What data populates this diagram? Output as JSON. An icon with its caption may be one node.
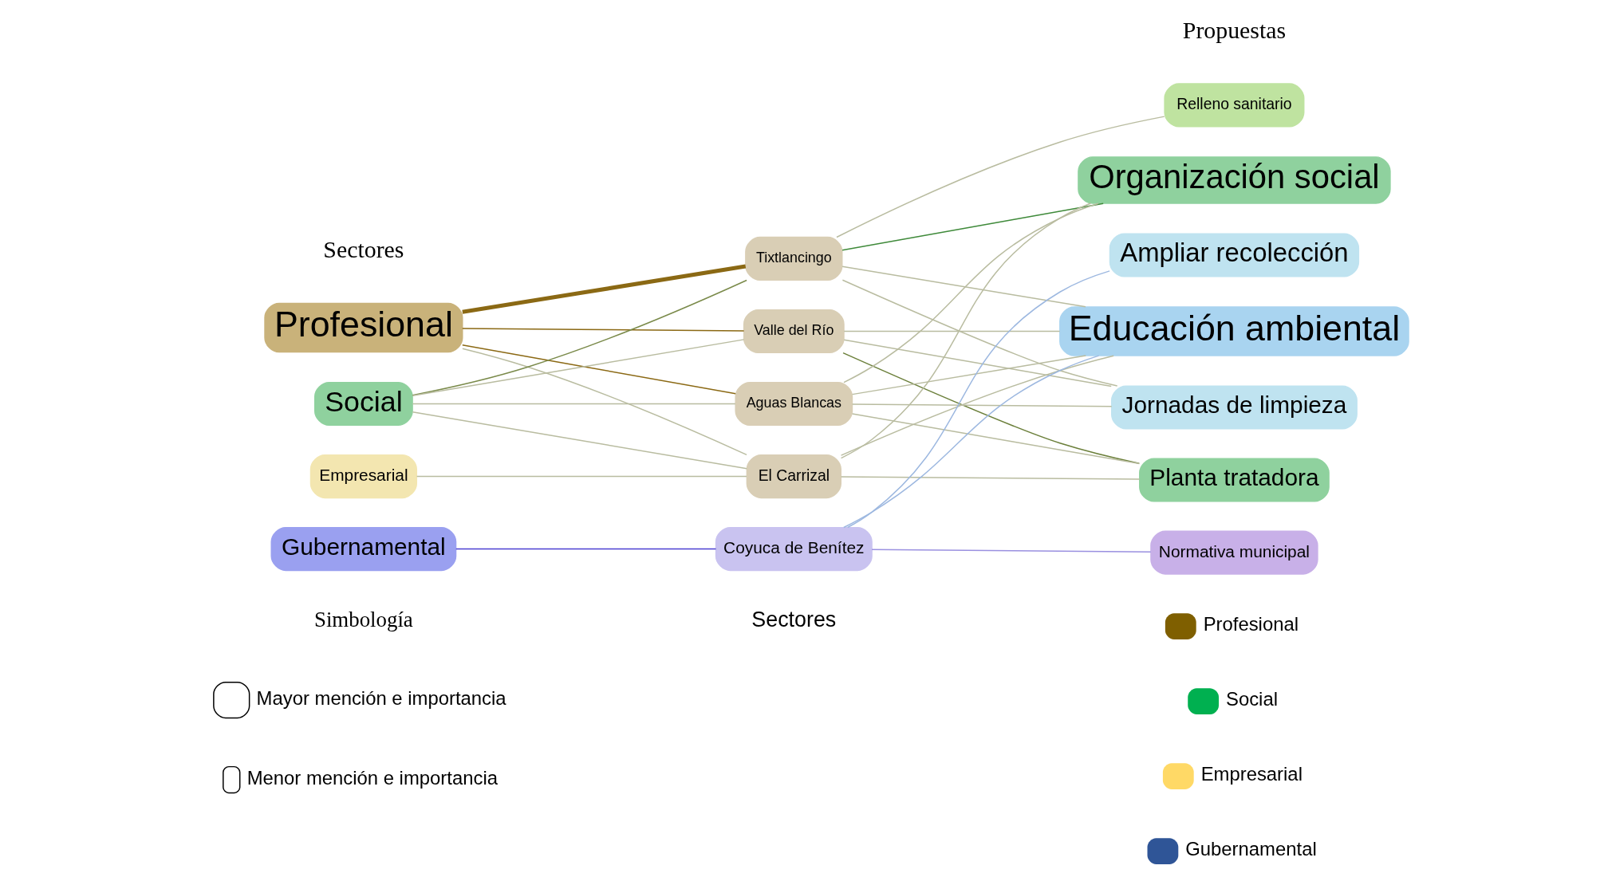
{
  "diagram": {
    "nodes": [
      {
        "text": [
          "Profesional"
        ]
      },
      {
        "text": [
          "Social"
        ]
      },
      {
        "text": [
          "Empresarial"
        ]
      },
      {
        "text": [
          "Gubernamental"
        ]
      },
      {
        "text": [
          "Tixtlancingo"
        ]
      },
      {
        "text": [
          "Valle del Río"
        ]
      },
      {
        "text": [
          "Aguas Blancas"
        ]
      },
      {
        "text": [
          "El Carrizal"
        ]
      },
      {
        "text": [
          "Coyuca de Benítez"
        ]
      },
      {
        "text": [
          "Relleno sanitario"
        ]
      },
      {
        "text": [
          "Organización social"
        ]
      },
      {
        "text": [
          "Ampliar recolección"
        ]
      },
      {
        "text": [
          "Educación ambiental"
        ]
      },
      {
        "text": [
          "Jornadas de limpieza"
        ]
      },
      {
        "text": [
          "Planta tratadora"
        ]
      },
      {
        "text": [
          "Normativa municipal"
        ]
      }
    ],
    "edges": [
      {
        "from": 0,
        "to": 4,
        "arrow": "none",
        "style": "thick",
        "color": "#8b6914"
      },
      {
        "from": 0,
        "to": 5,
        "arrow": "none",
        "color": "#8b6914"
      },
      {
        "from": 0,
        "to": 6,
        "arrow": "none",
        "color": "#8b6914"
      },
      {
        "from": 0,
        "to": 7,
        "arrow": "none"
      },
      {
        "from": 1,
        "to": 4,
        "arrow": "none",
        "color": "#7a8a4a"
      },
      {
        "from": 1,
        "to": 5,
        "arrow": "none"
      },
      {
        "from": 1,
        "to": 6,
        "arrow": "none"
      },
      {
        "from": 1,
        "to": 7,
        "arrow": "none"
      },
      {
        "from": 2,
        "to": 7,
        "arrow": "none"
      },
      {
        "from": 3,
        "to": 8,
        "arrow": "none",
        "color": "#4b3fd1"
      },
      {
        "from": 4,
        "to": 9,
        "arrow": "none"
      },
      {
        "from": 4,
        "to": 10,
        "arrow": "none",
        "color": "#3f8a3a"
      },
      {
        "from": 4,
        "to": 12,
        "arrow": "none"
      },
      {
        "from": 4,
        "to": 13,
        "arrow": "none"
      },
      {
        "from": 5,
        "to": 14,
        "arrow": "none",
        "color": "#6b7f3a"
      },
      {
        "from": 5,
        "to": 12,
        "arrow": "none"
      },
      {
        "from": 5,
        "to": 13,
        "arrow": "none"
      },
      {
        "from": 6,
        "to": 10,
        "arrow": "none"
      },
      {
        "from": 6,
        "to": 12,
        "arrow": "none"
      },
      {
        "from": 6,
        "to": 13,
        "arrow": "none"
      },
      {
        "from": 6,
        "to": 14,
        "arrow": "none"
      },
      {
        "from": 7,
        "to": 10,
        "arrow": "none"
      },
      {
        "from": 7,
        "to": 12,
        "arrow": "none"
      },
      {
        "from": 7,
        "to": 14,
        "arrow": "none"
      },
      {
        "from": 8,
        "to": 11,
        "arrow": "none",
        "color": "#9db8e0"
      },
      {
        "from": 8,
        "to": 12,
        "arrow": "none",
        "color": "#9db8e0"
      },
      {
        "from": 8,
        "to": 15,
        "arrow": "none",
        "color": "#9a90e0"
      }
    ],
    "labels": [
      "Sectores",
      "Propuestas",
      "Simbología",
      "Sectores"
    ],
    "legend": [
      {
        "text": "Mayor mención e importancia"
      },
      {
        "text": "Menor mención e importancia"
      },
      {
        "text": "Profesional",
        "color": "#7f5f00"
      },
      {
        "text": "Social",
        "color": "#00b050"
      },
      {
        "text": "Empresarial",
        "color": "#ffd966"
      },
      {
        "text": "Gubernamental",
        "color": "#2f5597"
      }
    ]
  }
}
